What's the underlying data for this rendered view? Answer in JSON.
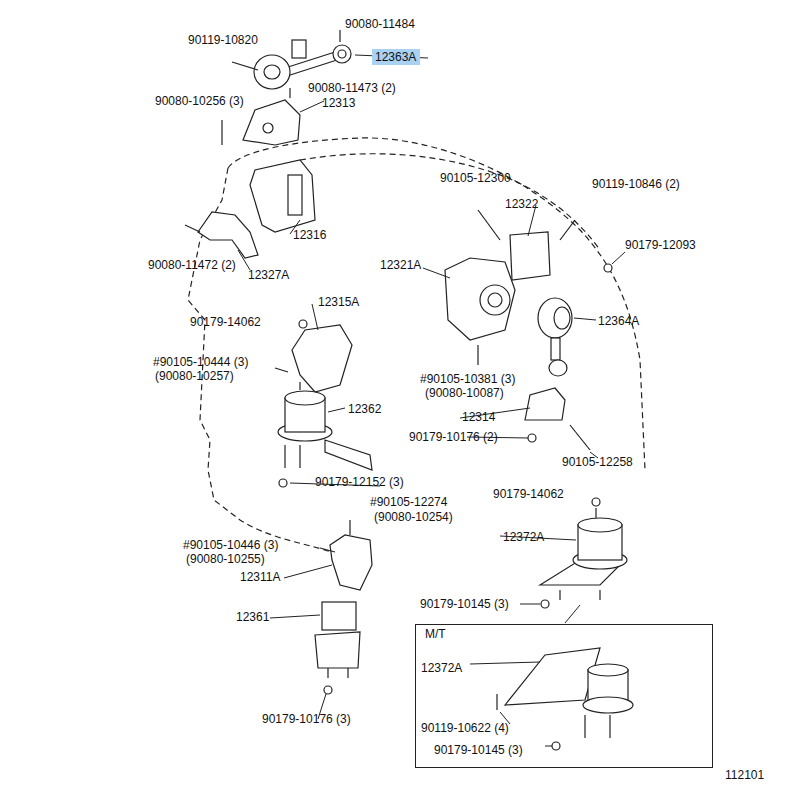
{
  "diagram": {
    "nodes": [
      {
        "text": [
          "12363A"
        ]
      },
      {
        "text": [
          "M/T",
          "12372A",
          "90119-10622 (4)",
          "90179-10145 (3)"
        ]
      }
    ],
    "labels": [
      "90080-11484",
      "90119-10820",
      "90080-10256 (3)",
      "90080-11473 (2)",
      "12313",
      "12316",
      "90080-11472 (2)",
      "12327A",
      "90105-12300",
      "90119-10846 (2)",
      "12322",
      "90179-12093",
      "12321A",
      "12364A",
      "12315A",
      "90179-14062",
      "#90105-10444 (3)",
      "(90080-10257)",
      "12362",
      "#90105-10381 (3)",
      "(90080-10087)",
      "12314",
      "90179-10176 (2)",
      "90105-12258",
      "90179-12152 (3)",
      "90179-14062",
      "#90105-12274",
      "(90080-10254)",
      "#90105-10446 (3)",
      "(90080-10255)",
      "12372A",
      "12311A",
      "12361",
      "90179-10145 (3)",
      "90179-10176 (3)",
      "112101"
    ]
  }
}
